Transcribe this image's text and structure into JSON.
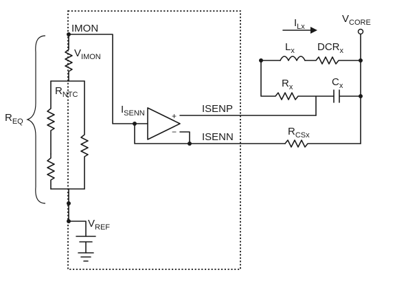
{
  "labels": {
    "imon": "IMON",
    "v_imon_main": "V",
    "v_imon_sub": "IMON",
    "r_ntc_main": "R",
    "r_ntc_sub": "NTC",
    "i_senn_main": "I",
    "i_senn_sub": "SENN",
    "isenp": "ISENP",
    "isenn": "ISENN",
    "r_eq_main": "R",
    "r_eq_sub": "EQ",
    "v_ref_main": "V",
    "v_ref_sub": "REF",
    "i_lx_main": "I",
    "i_lx_sub": "Lx",
    "v_core_main": "V",
    "v_core_sub": "CORE",
    "l_x_main": "L",
    "l_x_sub": "x",
    "dcr_x_main": "DCR",
    "dcr_x_sub": "x",
    "r_x_main": "R",
    "r_x_sub": "x",
    "c_x_main": "C",
    "c_x_sub": "x",
    "r_csx_main": "R",
    "r_csx_sub": "CSx",
    "plus": "+",
    "minus": "−"
  }
}
